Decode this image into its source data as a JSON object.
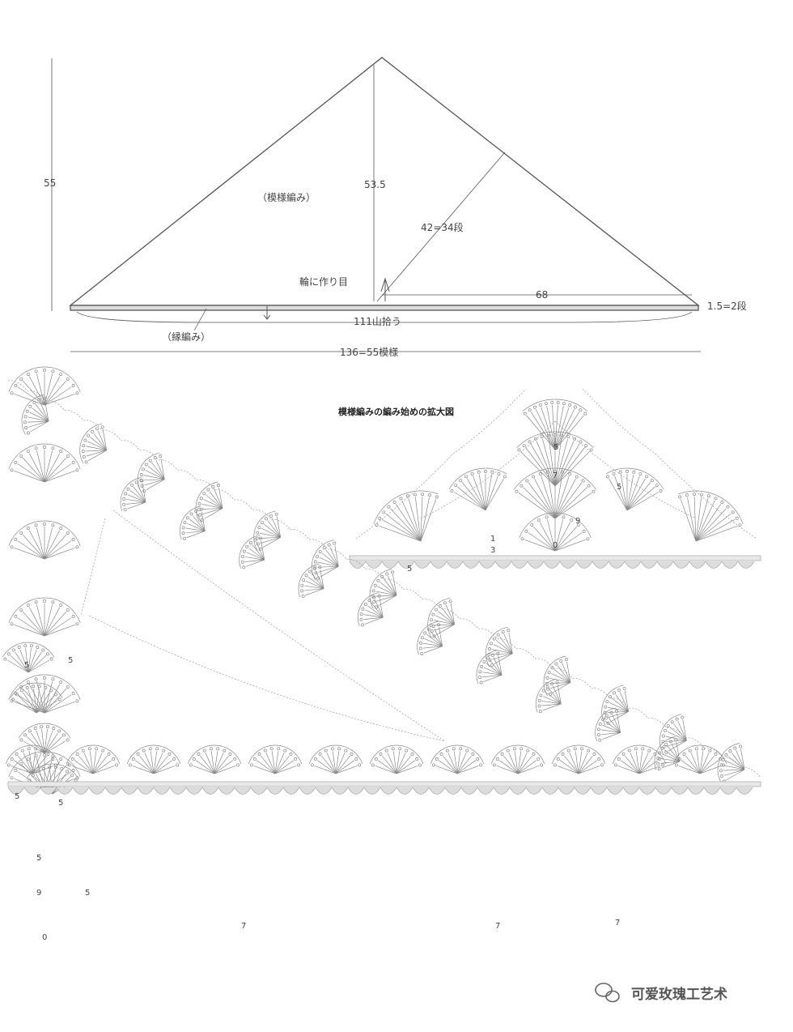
{
  "schematic": {
    "height_total": "55",
    "center_height": "53.5",
    "pattern_label": "（模様編み）",
    "diagonal_label": "42=34段",
    "center_start_label": "輪に作り目",
    "half_width": "68",
    "border_rows": "1.5=2段",
    "pickup_label": "111山拾う",
    "border_label": "（縁編み）",
    "total_width": "136=55模様"
  },
  "detail": {
    "title": "模様編みの編み始めの拡大図",
    "row_numbers": [
      "1",
      "3",
      "5",
      "7",
      "9",
      "5",
      "0",
      "5"
    ]
  },
  "main_chart": {
    "row_numbers": [
      "5",
      "5",
      "5",
      "5",
      "5",
      "9",
      "0",
      "7",
      "5",
      "7",
      "7"
    ]
  },
  "watermark": {
    "text": "可爱玫瑰工艺术"
  }
}
